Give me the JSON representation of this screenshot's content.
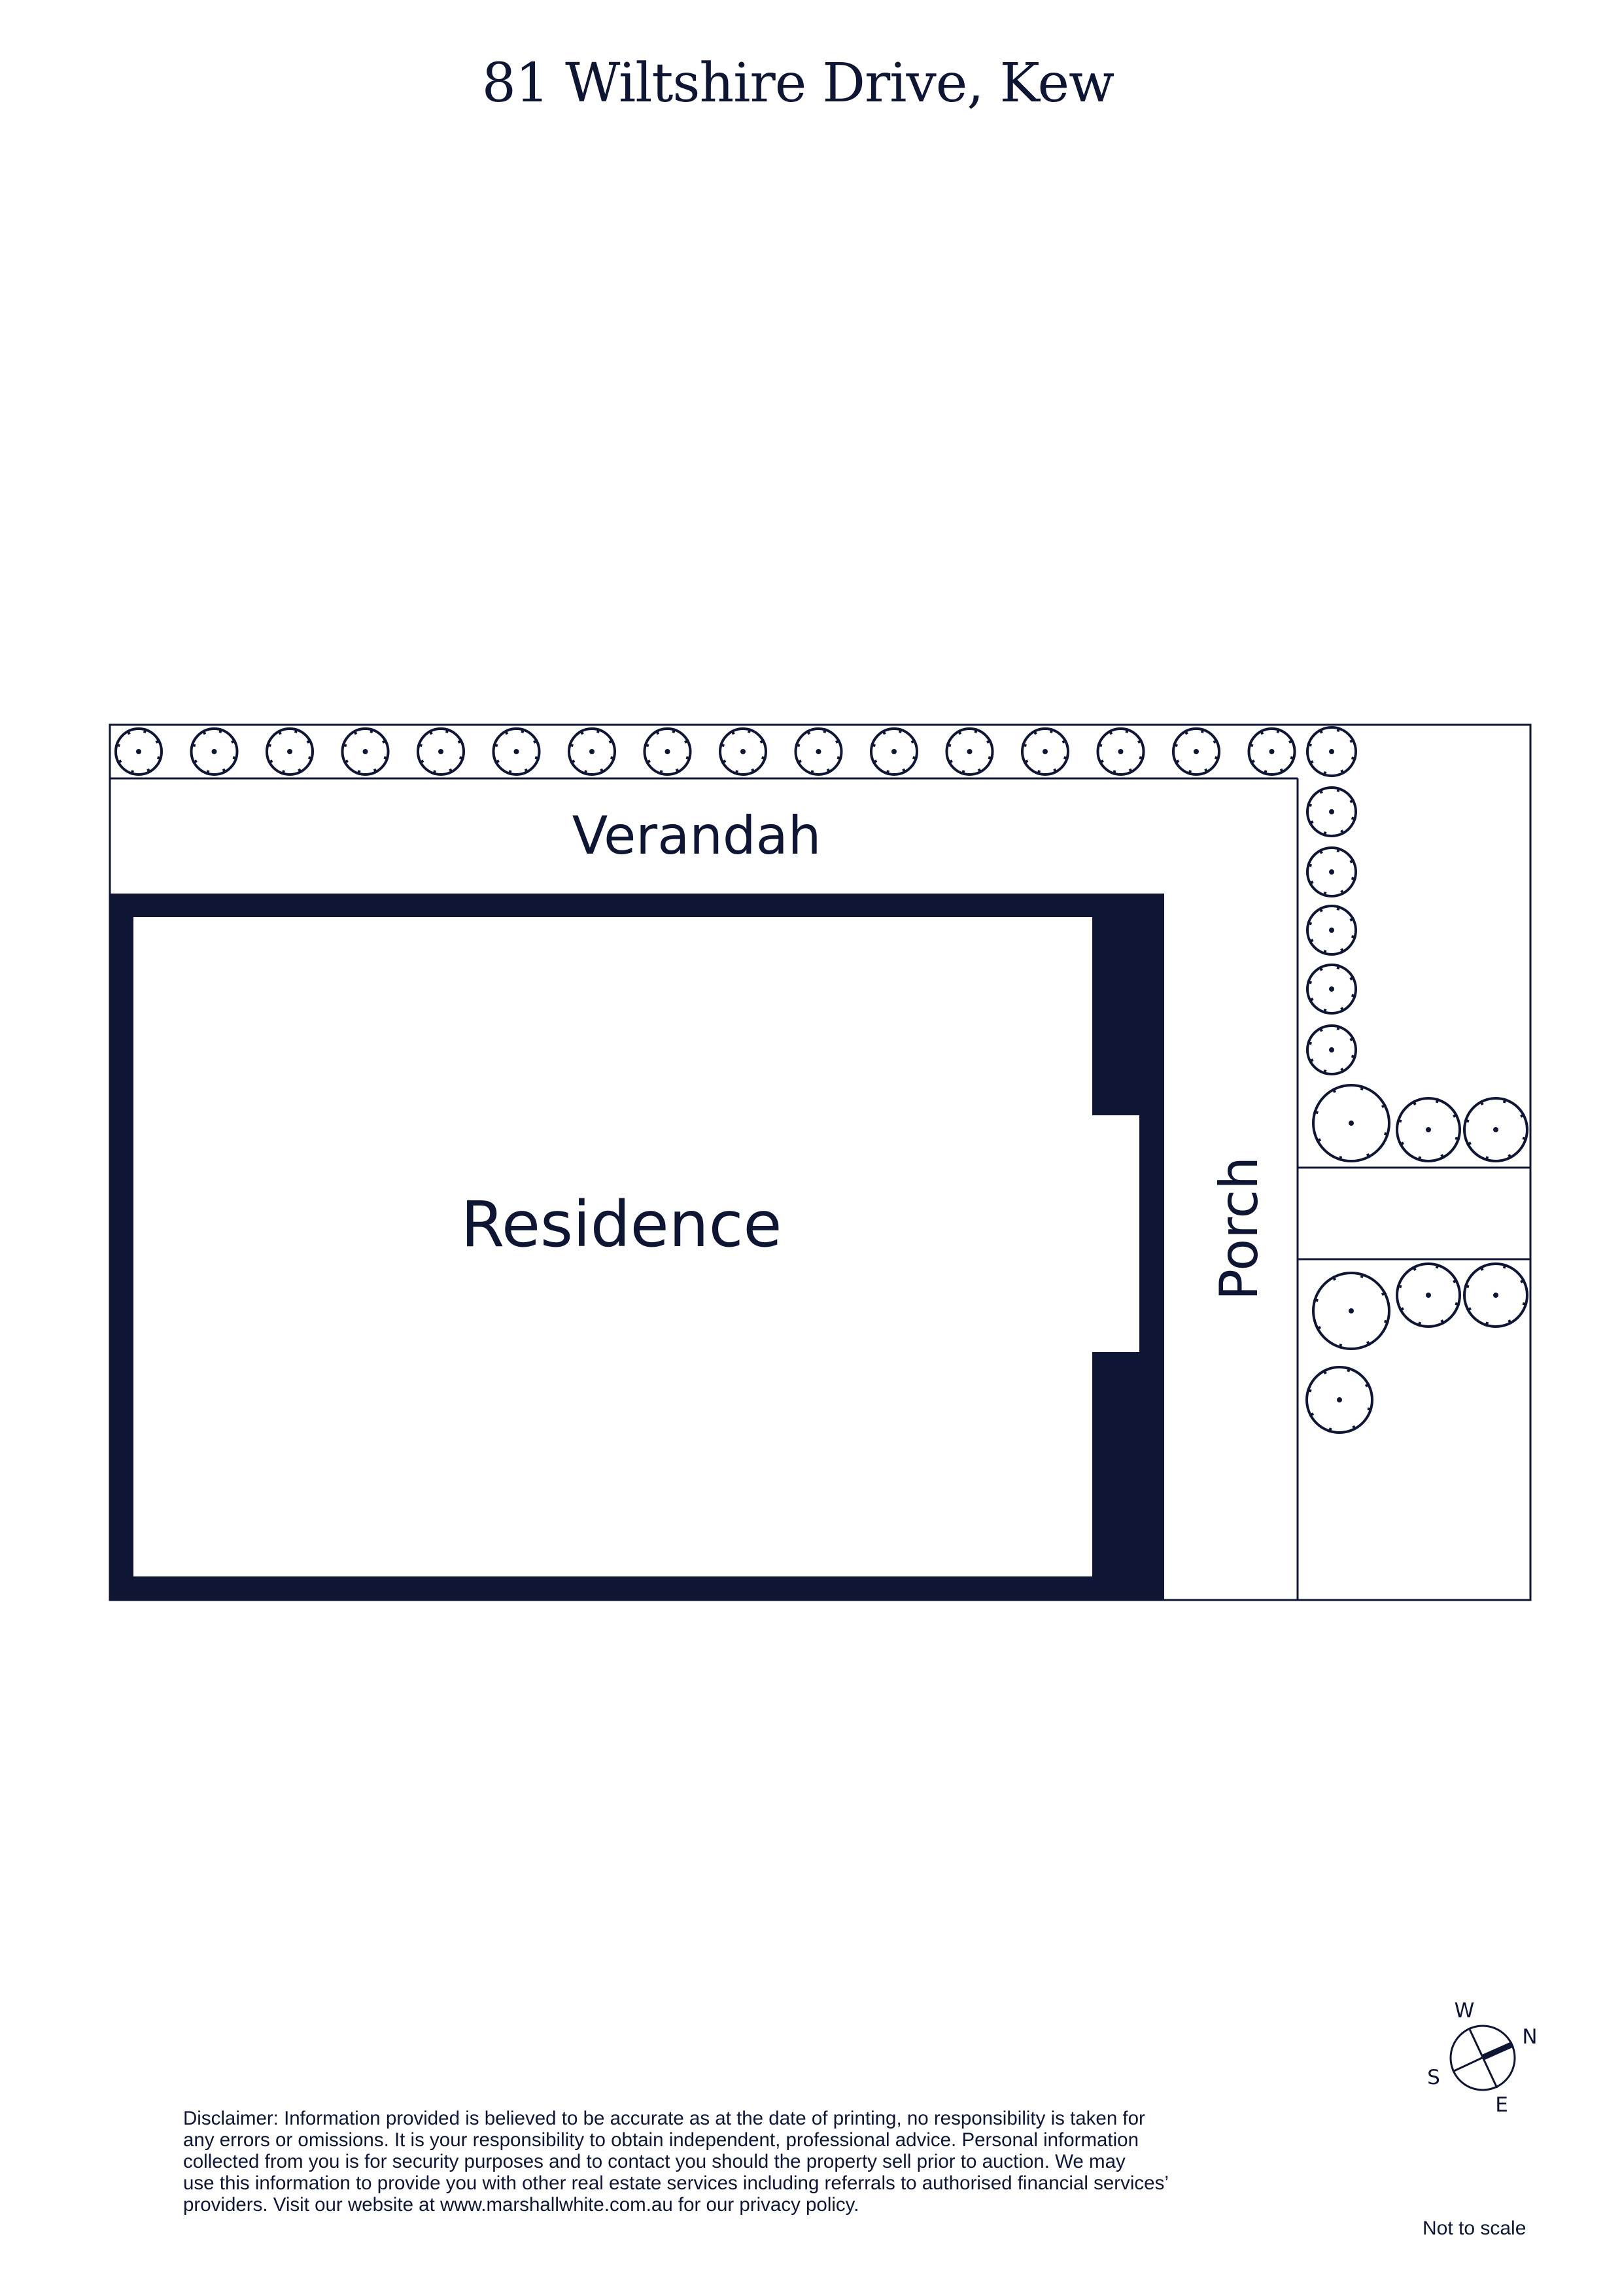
{
  "title": "81 Wiltshire Drive, Kew",
  "rooms": {
    "verandah": "Verandah",
    "residence": "Residence",
    "porch": "Porch"
  },
  "compass": {
    "w": "W",
    "n": "N",
    "s": "S",
    "e": "E"
  },
  "disclaimer": "Disclaimer: Information provided is believed to be accurate as at the date of printing, no responsibility is taken for\nany errors or omissions. It is your responsibility to obtain independent, professional advice. Personal information\ncollected from you is for security purposes and to contact you should the property sell prior to auction. We may\nuse this information to provide you with other real estate services including referrals to authorised financial services’\nproviders. Visit our website at www.marshallwhite.com.au for our privacy policy.",
  "scale_note": "Not to scale",
  "colors": {
    "ink": "#0e1633",
    "background": "#ffffff"
  },
  "icons": {
    "trees": "tree-icon",
    "compass": "compass-icon"
  }
}
